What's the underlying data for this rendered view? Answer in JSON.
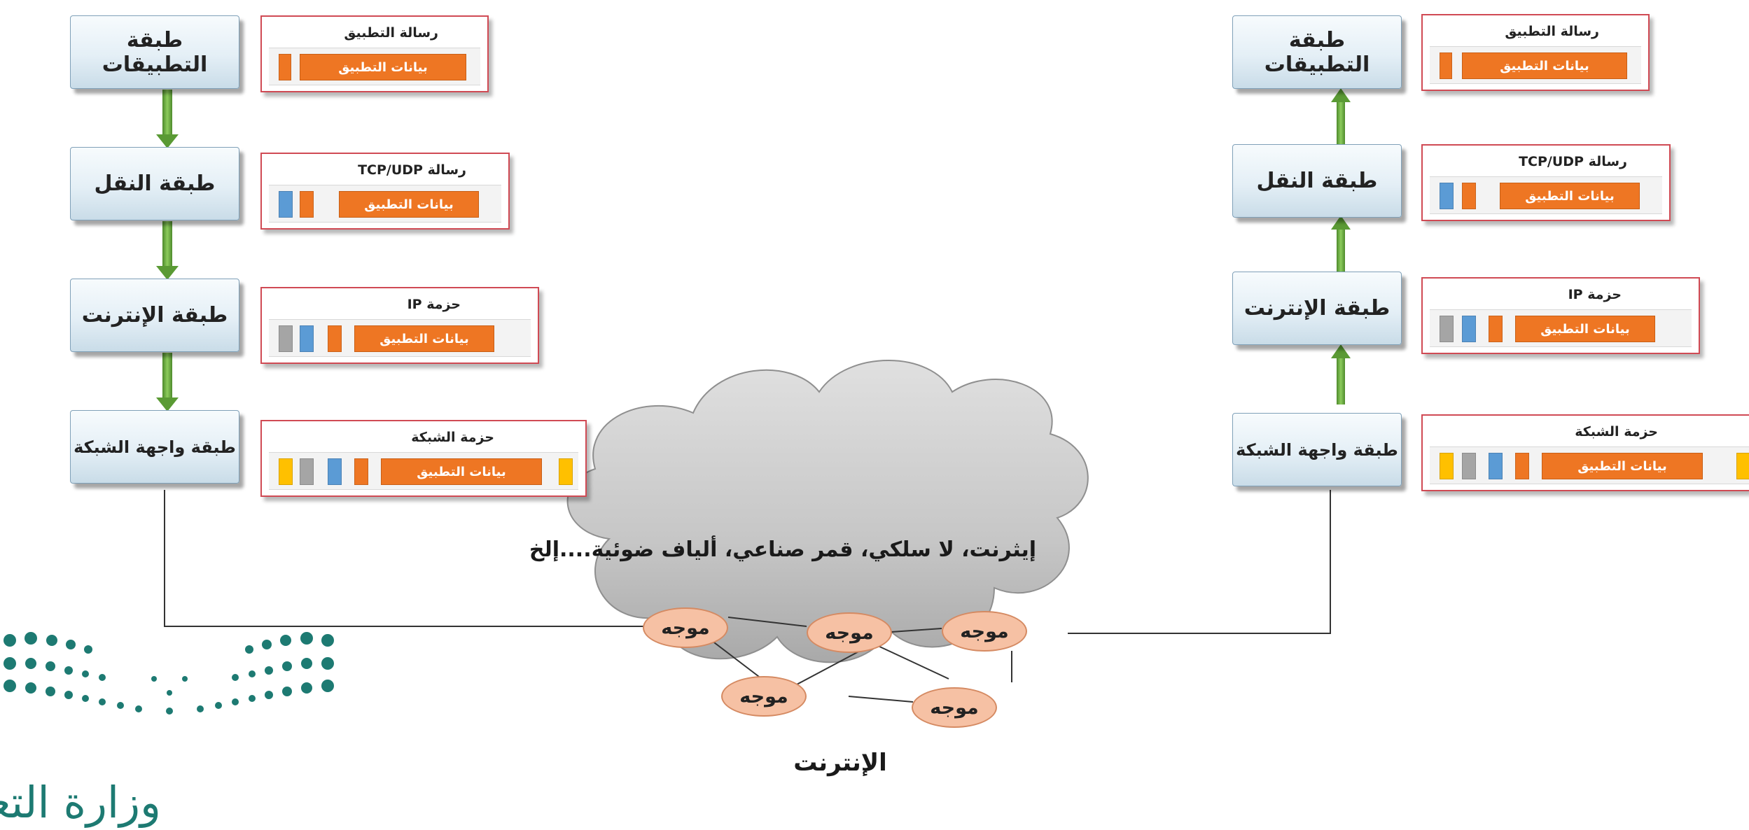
{
  "sender": {
    "layers": [
      "طبقة التطبيقات",
      "طبقة النقل",
      "طبقة الإنترنت",
      "طبقة واجهة الشبكة"
    ]
  },
  "receiver": {
    "layers": [
      "طبقة التطبيقات",
      "طبقة النقل",
      "طبقة الإنترنت",
      "طبقة واجهة الشبكة"
    ]
  },
  "packets": {
    "application_message": "رسالة التطبيق",
    "transport_message": "رسالة TCP/UDP",
    "ip_packet": "حزمة IP",
    "network_packet": "حزمة الشبكة",
    "app_data": "بيانات التطبيق"
  },
  "network": {
    "media_caption": "إيثرنت، لا سلكي، قمر صناعي، ألياف ضوئية....إلخ",
    "router_label": "موجه",
    "internet_label": "الإنترنت"
  },
  "logo": {
    "text": "وزارة التعليم"
  },
  "colors": {
    "app_header": "#ee7623",
    "transport_header": "#5b9bd5",
    "ip_header": "#a5a5a5",
    "frame_header_trailer": "#ffc000",
    "packet_border": "#d04a54",
    "arrow_green": "#70ad47",
    "router_fill": "#f6c1a4",
    "cloud_fill": "#c9c9c9",
    "logo_teal": "#1d7a72"
  }
}
